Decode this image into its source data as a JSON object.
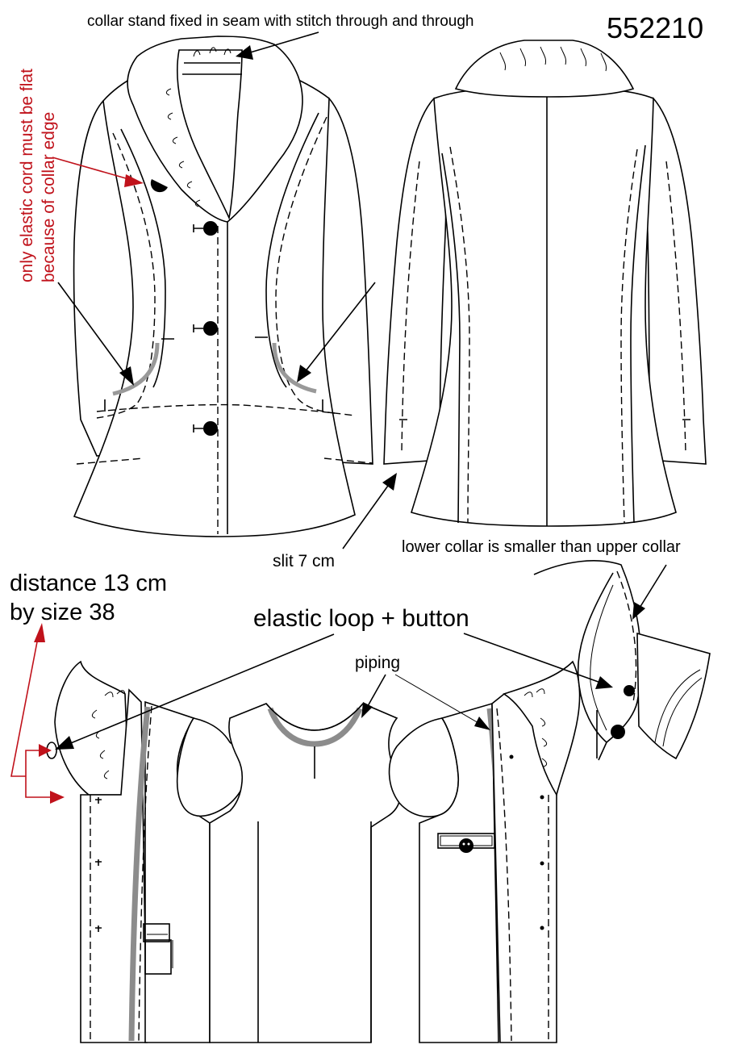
{
  "style_number": "552210",
  "notes": {
    "collar_stand": "collar stand  fixed in seam with stitch through and through",
    "elastic_cord_line1": "only elastic cord must be flat",
    "elastic_cord_line2": "because of collar edge",
    "slit": "slit 7 cm",
    "lower_collar": "lower collar is smaller than upper collar",
    "distance_line1": "distance 13 cm",
    "distance_line2": "by size 38",
    "elastic_loop": "elastic loop + button",
    "piping": "piping"
  },
  "colors": {
    "line": "#000000",
    "annotation_red": "#c0121b",
    "piping_grey": "#8c8c8c",
    "pocket_grey": "#999999",
    "background": "#ffffff"
  }
}
